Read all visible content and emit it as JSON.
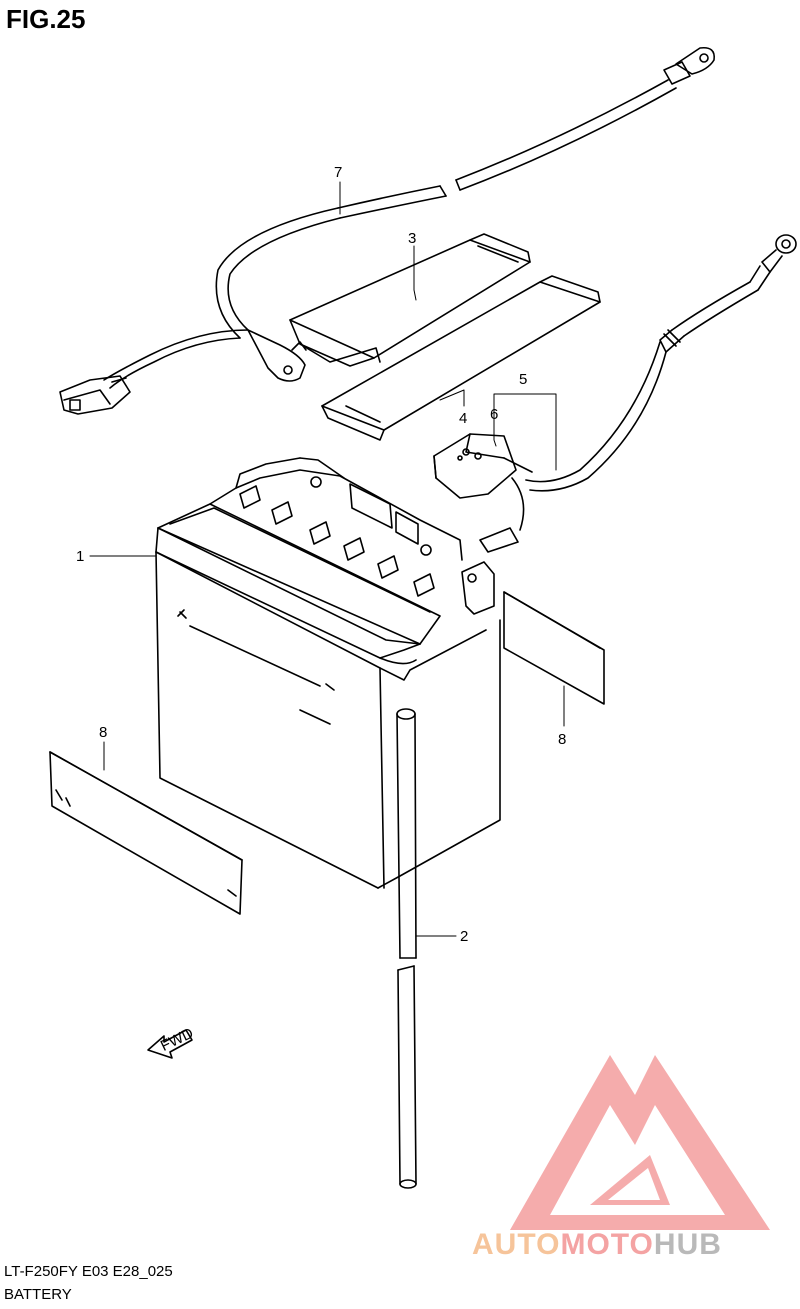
{
  "figure": {
    "title": "FIG.25"
  },
  "callouts": [
    {
      "ref": "1"
    },
    {
      "ref": "2"
    },
    {
      "ref": "3"
    },
    {
      "ref": "4"
    },
    {
      "ref": "5"
    },
    {
      "ref": "6"
    },
    {
      "ref": "7"
    },
    {
      "ref": "8"
    },
    {
      "ref": "8"
    }
  ],
  "fwd_arrow": {
    "text": "FWD"
  },
  "footer": {
    "code": "LT-F250FY  E03 E28_025",
    "caption": "BATTERY"
  },
  "watermark": {
    "part1": "AUTO",
    "part2": "MOTO",
    "part3": "HUB",
    "colors": {
      "auto": "#f6c49a",
      "moto": "#f4a3a3",
      "hub": "#b9b9b9",
      "logo": "#f4a3a3"
    }
  }
}
